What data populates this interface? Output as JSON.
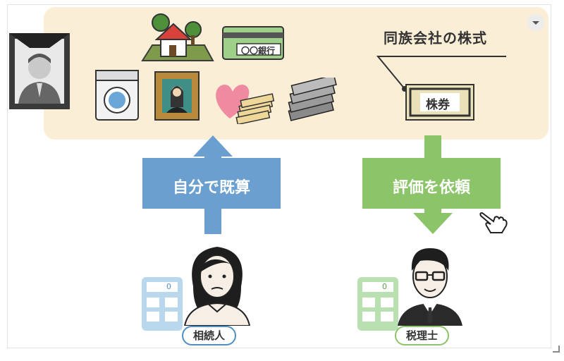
{
  "diagram": {
    "asset_title": "同族会社の株式",
    "stock_label": "株券",
    "bank_label": "〇〇銀行",
    "left_arrow_label": "自分で既算",
    "right_arrow_label": "評価を依頼",
    "heir_label": "相続人",
    "accountant_label": "税理士",
    "calc_display": "0"
  },
  "colors": {
    "panel_bg": "#fbeed7",
    "left_arrow": "#6a9fd0",
    "right_arrow": "#8cc46a"
  },
  "icons": [
    "portrait-icon",
    "house-icon",
    "bankbook-icon",
    "washing-machine-icon",
    "painting-icon",
    "heart-cash-icon",
    "cash-stack-icon",
    "stock-certificate-icon",
    "calculator-icon",
    "heir-person-icon",
    "accountant-person-icon",
    "hand-cursor-icon",
    "dropdown-icon"
  ]
}
